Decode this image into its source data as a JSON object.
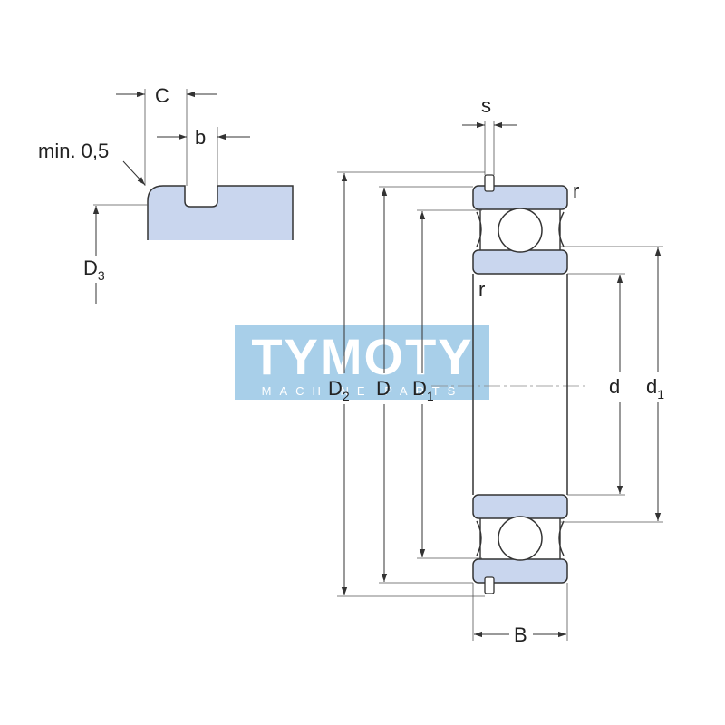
{
  "labels": {
    "C": "C",
    "b": "b",
    "min": "min. 0,5",
    "D3_main": "D",
    "D3_sub": "3",
    "s": "s",
    "r": "r",
    "D2_main": "D",
    "D2_sub": "2",
    "D": "D",
    "D1_main": "D",
    "D1_sub": "1",
    "d": "d",
    "d1_main": "d",
    "d1_sub": "1",
    "B": "B"
  },
  "watermark": {
    "brand": "TYMOTY",
    "tagline": "MACHINE PARTS"
  },
  "colors": {
    "fill": "#c9d6ee",
    "stroke": "#333333",
    "watermark_bg": "#a8cfe9"
  }
}
